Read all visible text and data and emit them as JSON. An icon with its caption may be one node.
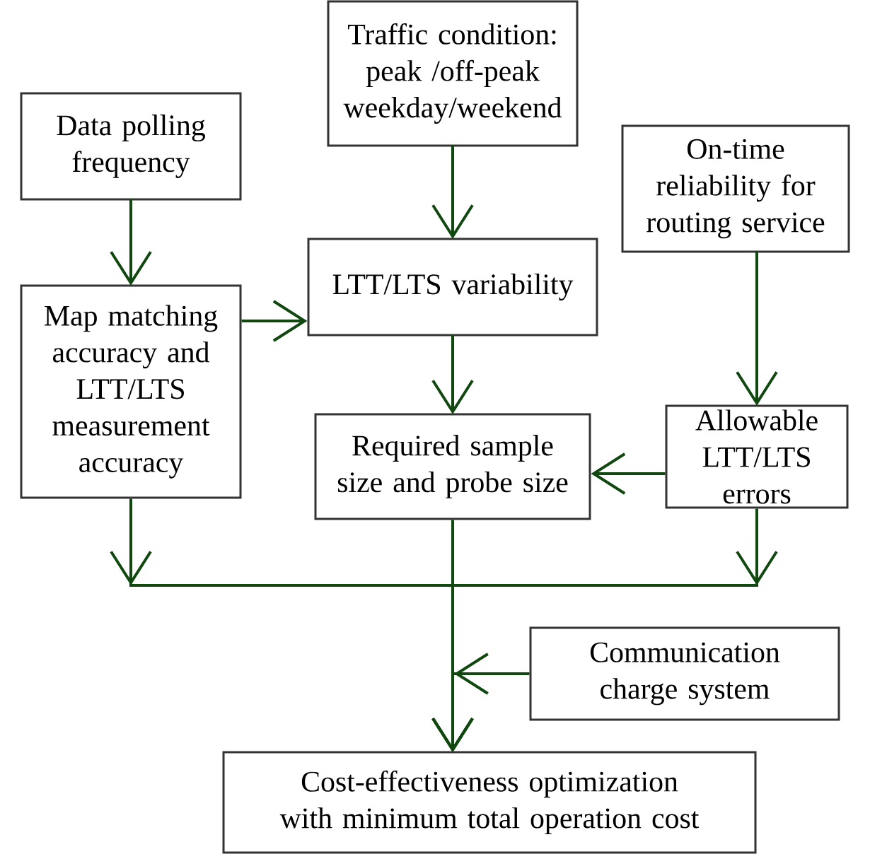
{
  "diagram": {
    "nodes": [
      {
        "text": [
          "Traffic condition: peak /off-peak weekday/weekend"
        ]
      },
      {
        "text": [
          "Data polling frequency"
        ]
      },
      {
        "text": [
          "On-time reliability for routing service"
        ]
      },
      {
        "text": [
          "LTT/LTS variability"
        ]
      },
      {
        "text": [
          "Map matching accuracy and LTT/LTS measurement accuracy"
        ]
      },
      {
        "text": [
          "Required sample size and probe size"
        ]
      },
      {
        "text": [
          "Allowable LTT/LTS errors"
        ]
      },
      {
        "text": [
          "Communication charge system"
        ]
      },
      {
        "text": [
          "Cost-effectiveness optimization with minimum total operation cost"
        ]
      }
    ],
    "edges": [
      {
        "from": 1,
        "to": 4,
        "arrow": "to"
      },
      {
        "from": 0,
        "to": 3,
        "arrow": "to"
      },
      {
        "from": 4,
        "to": 3,
        "arrow": "to"
      },
      {
        "from": 2,
        "to": 6,
        "arrow": "to"
      },
      {
        "from": 3,
        "to": 5,
        "arrow": "to"
      },
      {
        "from": 6,
        "to": 5,
        "arrow": "to"
      },
      {
        "from": 4,
        "to": 8,
        "arrow": "to"
      },
      {
        "from": 6,
        "to": 8,
        "arrow": "to"
      },
      {
        "from": 5,
        "to": 8,
        "arrow": "to"
      },
      {
        "from": 7,
        "to": 8,
        "arrow": "to"
      }
    ]
  }
}
